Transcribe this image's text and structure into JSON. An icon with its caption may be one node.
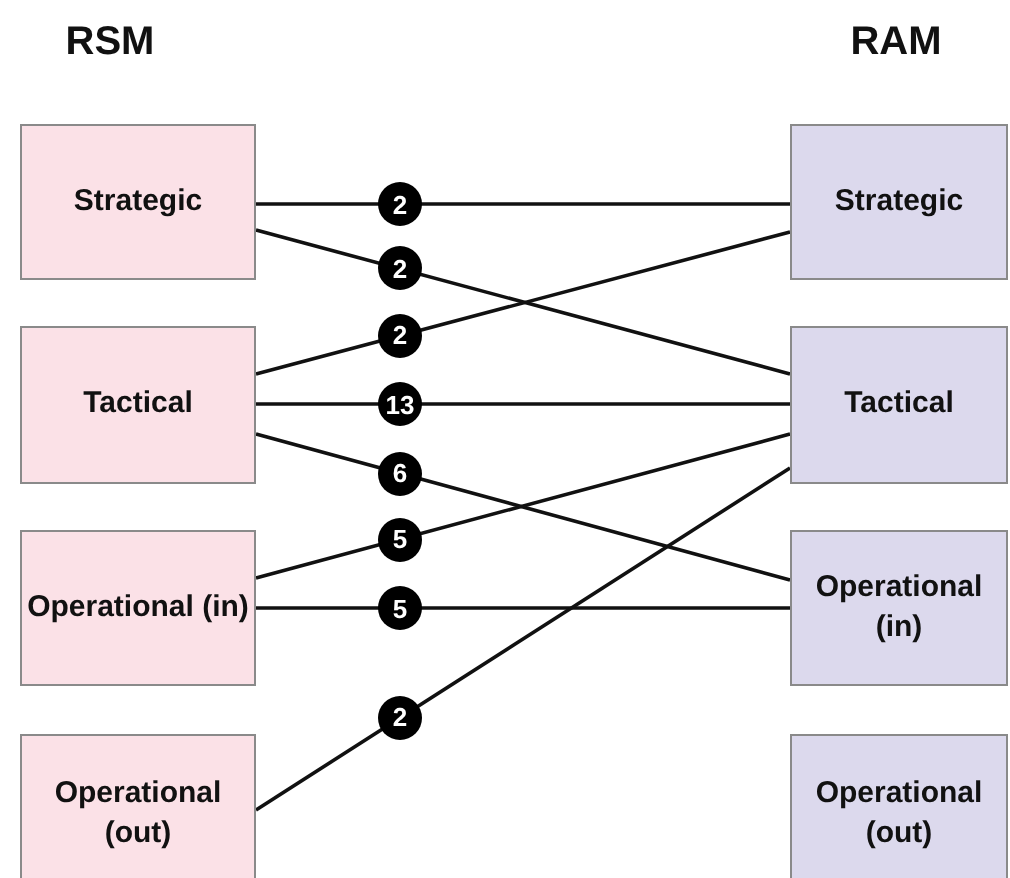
{
  "diagram": {
    "nodes": [
      {
        "text": [
          "Strategic"
        ]
      },
      {
        "text": [
          "Tactical"
        ]
      },
      {
        "text": [
          "Operational (in)"
        ]
      },
      {
        "text": [
          "Operational (out)"
        ]
      },
      {
        "text": [
          "Strategic"
        ]
      },
      {
        "text": [
          "Tactical"
        ]
      },
      {
        "text": [
          "Operational (in)"
        ]
      },
      {
        "text": [
          "Operational (out)"
        ]
      }
    ],
    "edges": [
      {
        "from": 0,
        "to": 4,
        "arrow": "none",
        "label": "2"
      },
      {
        "from": 0,
        "to": 5,
        "arrow": "none",
        "label": "2"
      },
      {
        "from": 1,
        "to": 4,
        "arrow": "none",
        "label": "2"
      },
      {
        "from": 1,
        "to": 5,
        "arrow": "none",
        "label": "13"
      },
      {
        "from": 1,
        "to": 6,
        "arrow": "none",
        "label": "6"
      },
      {
        "from": 2,
        "to": 5,
        "arrow": "none",
        "label": "5"
      },
      {
        "from": 2,
        "to": 6,
        "arrow": "none",
        "label": "5"
      },
      {
        "from": 3,
        "to": 5,
        "arrow": "none",
        "label": "2"
      }
    ],
    "labels": [
      "RSM",
      "RAM"
    ]
  }
}
